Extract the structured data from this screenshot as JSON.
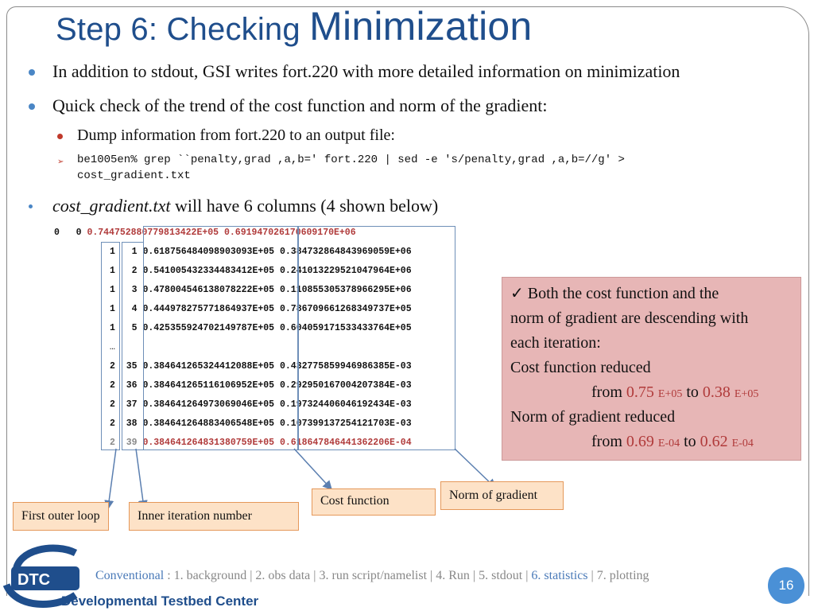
{
  "slide": {
    "title_part1": "Step 6: Checking ",
    "title_part2": "Minimization",
    "bullets": [
      "In addition to stdout, GSI writes fort.220 with more detailed information on minimization",
      "Quick check of the trend of the cost function and norm of the gradient:"
    ],
    "sub_bullet": "Dump information from fort.220 to an output file:",
    "command_line1": "be1005en% grep ``penalty,grad ,a,b=' fort.220 | sed -e 's/penalty,grad ,a,b=//g' >",
    "command_line2": "cost_gradient.txt",
    "columns_bullet_italic": "cost_gradient.txt",
    "columns_bullet_rest": " will have 6 columns (4 shown below)",
    "header_row": {
      "c1": "0",
      "c2": "0",
      "c3": "0.744752880779813422E+05",
      "c4": "0.691947026170609170E+06"
    },
    "rows": [
      {
        "outer": "1",
        "inner": "1",
        "cost": "0.618756484098903093E+05",
        "grad": "0.384732864843969059E+06"
      },
      {
        "outer": "1",
        "inner": "2",
        "cost": "0.541005432334483412E+05",
        "grad": "0.241013229521047964E+06"
      },
      {
        "outer": "1",
        "inner": "3",
        "cost": "0.478004546138078222E+05",
        "grad": "0.110855305378966295E+06"
      },
      {
        "outer": "1",
        "inner": "4",
        "cost": "0.444978275771864937E+05",
        "grad": "0.786709661268349737E+05"
      },
      {
        "outer": "1",
        "inner": "5",
        "cost": "0.425355924702149787E+05",
        "grad": "0.604059171533433764E+05"
      }
    ],
    "ellipsis": "…",
    "rows2": [
      {
        "outer": "2",
        "inner": "35",
        "cost": "0.384641265324412088E+05",
        "grad": "0.432775859946986385E-03"
      },
      {
        "outer": "2",
        "inner": "36",
        "cost": "0.384641265116106952E+05",
        "grad": "0.292950167004207384E-03"
      },
      {
        "outer": "2",
        "inner": "37",
        "cost": "0.384641264973069046E+05",
        "grad": "0.197324406046192434E-03"
      },
      {
        "outer": "2",
        "inner": "38",
        "cost": "0.384641264883406548E+05",
        "grad": "0.107399137254121703E-03"
      }
    ],
    "last_row": {
      "outer": "2",
      "inner": "39",
      "cost": "0.384641264831380759E+05",
      "grad": "0.618647846441362206E-04"
    },
    "callouts": {
      "first_outer_loop": "First outer loop",
      "inner_iteration": "Inner iteration number",
      "cost_function": "Cost function",
      "norm_of_gradient": "Norm of gradient"
    },
    "note": {
      "check": "✓",
      "line1": "Both the cost function and the",
      "line2": "norm of gradient are descending with",
      "line3": "each iteration:",
      "line4": "Cost function reduced",
      "line5_from": "from ",
      "line5_v1": "0.75 ",
      "line5_e1": "E+05",
      "line5_to": " to ",
      "line5_v2": "0.38 ",
      "line5_e2": "E+05",
      "line6": "Norm of gradient reduced",
      "line7_from": "from ",
      "line7_v1": "0.69 ",
      "line7_e1": "E-04",
      "line7_to": " to ",
      "line7_v2": "0.62 ",
      "line7_e2": "E-04"
    }
  },
  "footer": {
    "conventional": "Conventional",
    "sep0": " : ",
    "items": [
      "1. background",
      "2. obs data",
      "3. run script/namelist",
      "4. Run",
      "5. stdout",
      "6. statistics",
      "7. plotting"
    ],
    "separator": " | ",
    "page_number": "16",
    "logo_text": "Developmental Testbed Center",
    "logo_acronym": "DTC"
  },
  "colors": {
    "title": "#1f4e8c",
    "accent_red": "#b03a3a",
    "note_bg": "#e7b6b6",
    "callout_bg": "#fde2c7",
    "page_badge": "#4a90d6"
  }
}
